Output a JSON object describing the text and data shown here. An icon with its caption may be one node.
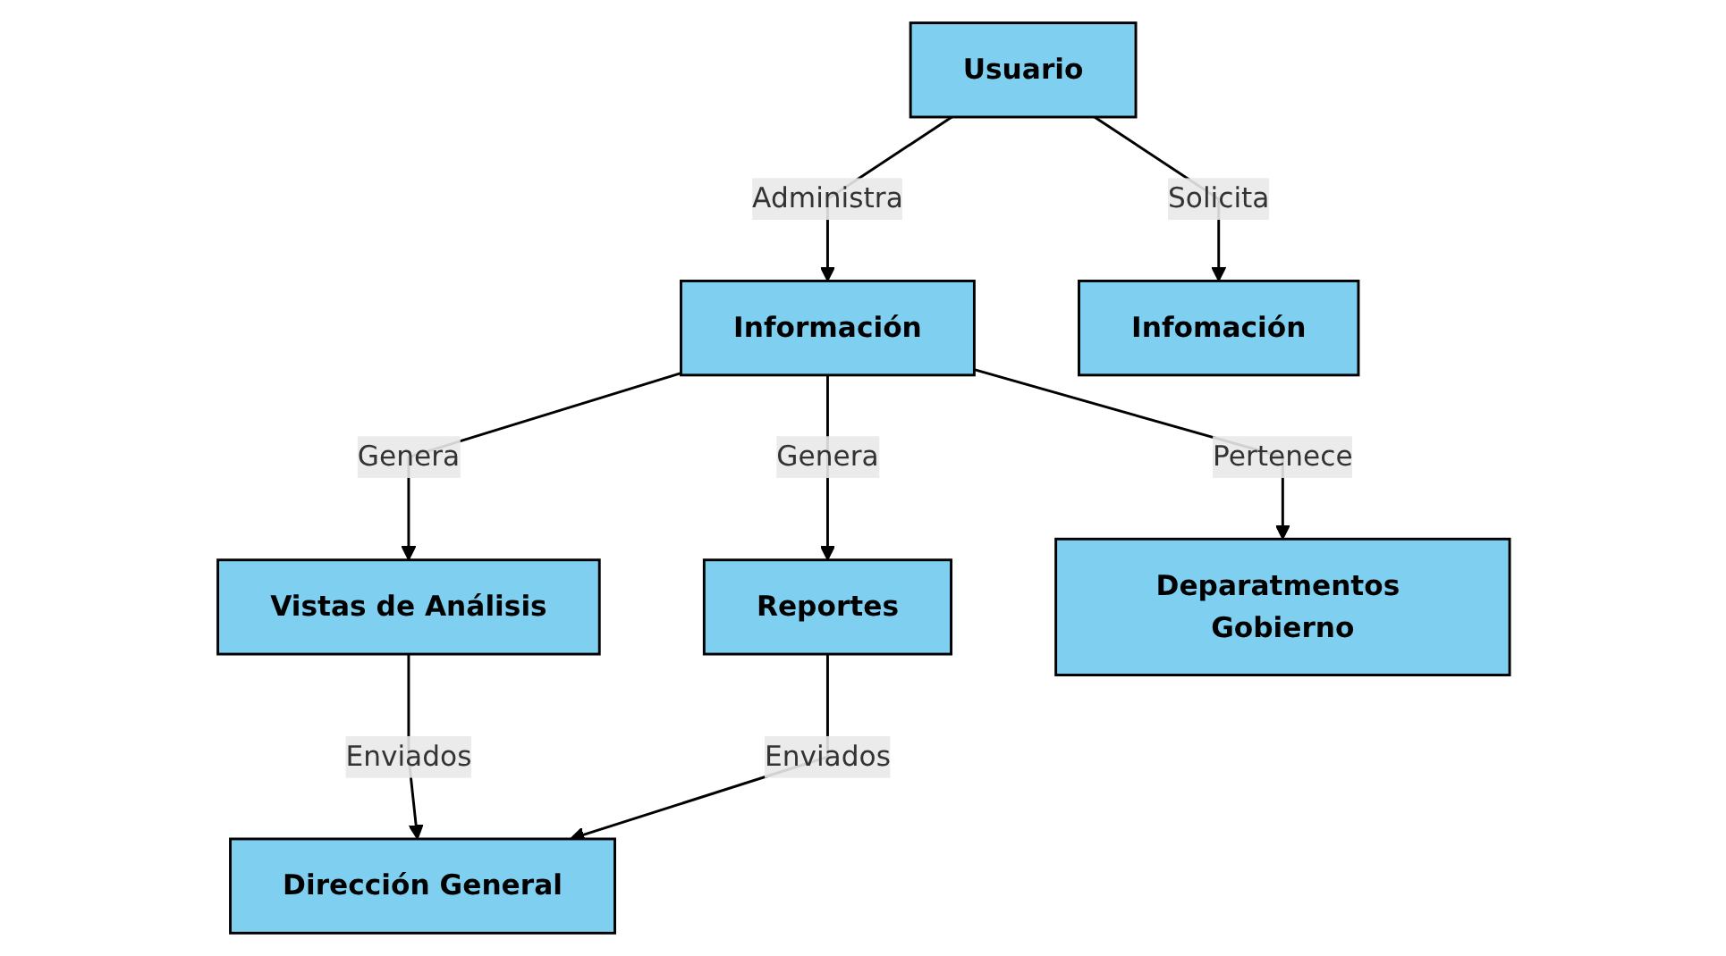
{
  "diagram": {
    "nodes": [
      {
        "text": [
          "Usuario"
        ]
      },
      {
        "text": [
          "Información"
        ]
      },
      {
        "text": [
          "Reportes"
        ]
      },
      {
        "text": [
          "Infomación"
        ]
      },
      {
        "text": [
          "Vistas de Análisis"
        ]
      },
      {
        "text": [
          "Deparatmentos Gobierno"
        ]
      },
      {
        "text": [
          "Dirección General"
        ]
      }
    ],
    "edges": [
      {
        "from": 0,
        "to": 1,
        "arrow": "to",
        "label": "Administra"
      },
      {
        "from": 1,
        "to": 2,
        "arrow": "to",
        "label": "Genera"
      },
      {
        "from": 0,
        "to": 3,
        "arrow": "to",
        "label": "Solicita"
      },
      {
        "from": 1,
        "to": 4,
        "arrow": "to",
        "label": "Genera"
      },
      {
        "from": 1,
        "to": 5,
        "arrow": "to",
        "label": "Pertenece"
      },
      {
        "from": 4,
        "to": 6,
        "arrow": "to",
        "label": "Enviados"
      },
      {
        "from": 2,
        "to": 6,
        "arrow": "to",
        "label": "Enviados"
      }
    ]
  }
}
